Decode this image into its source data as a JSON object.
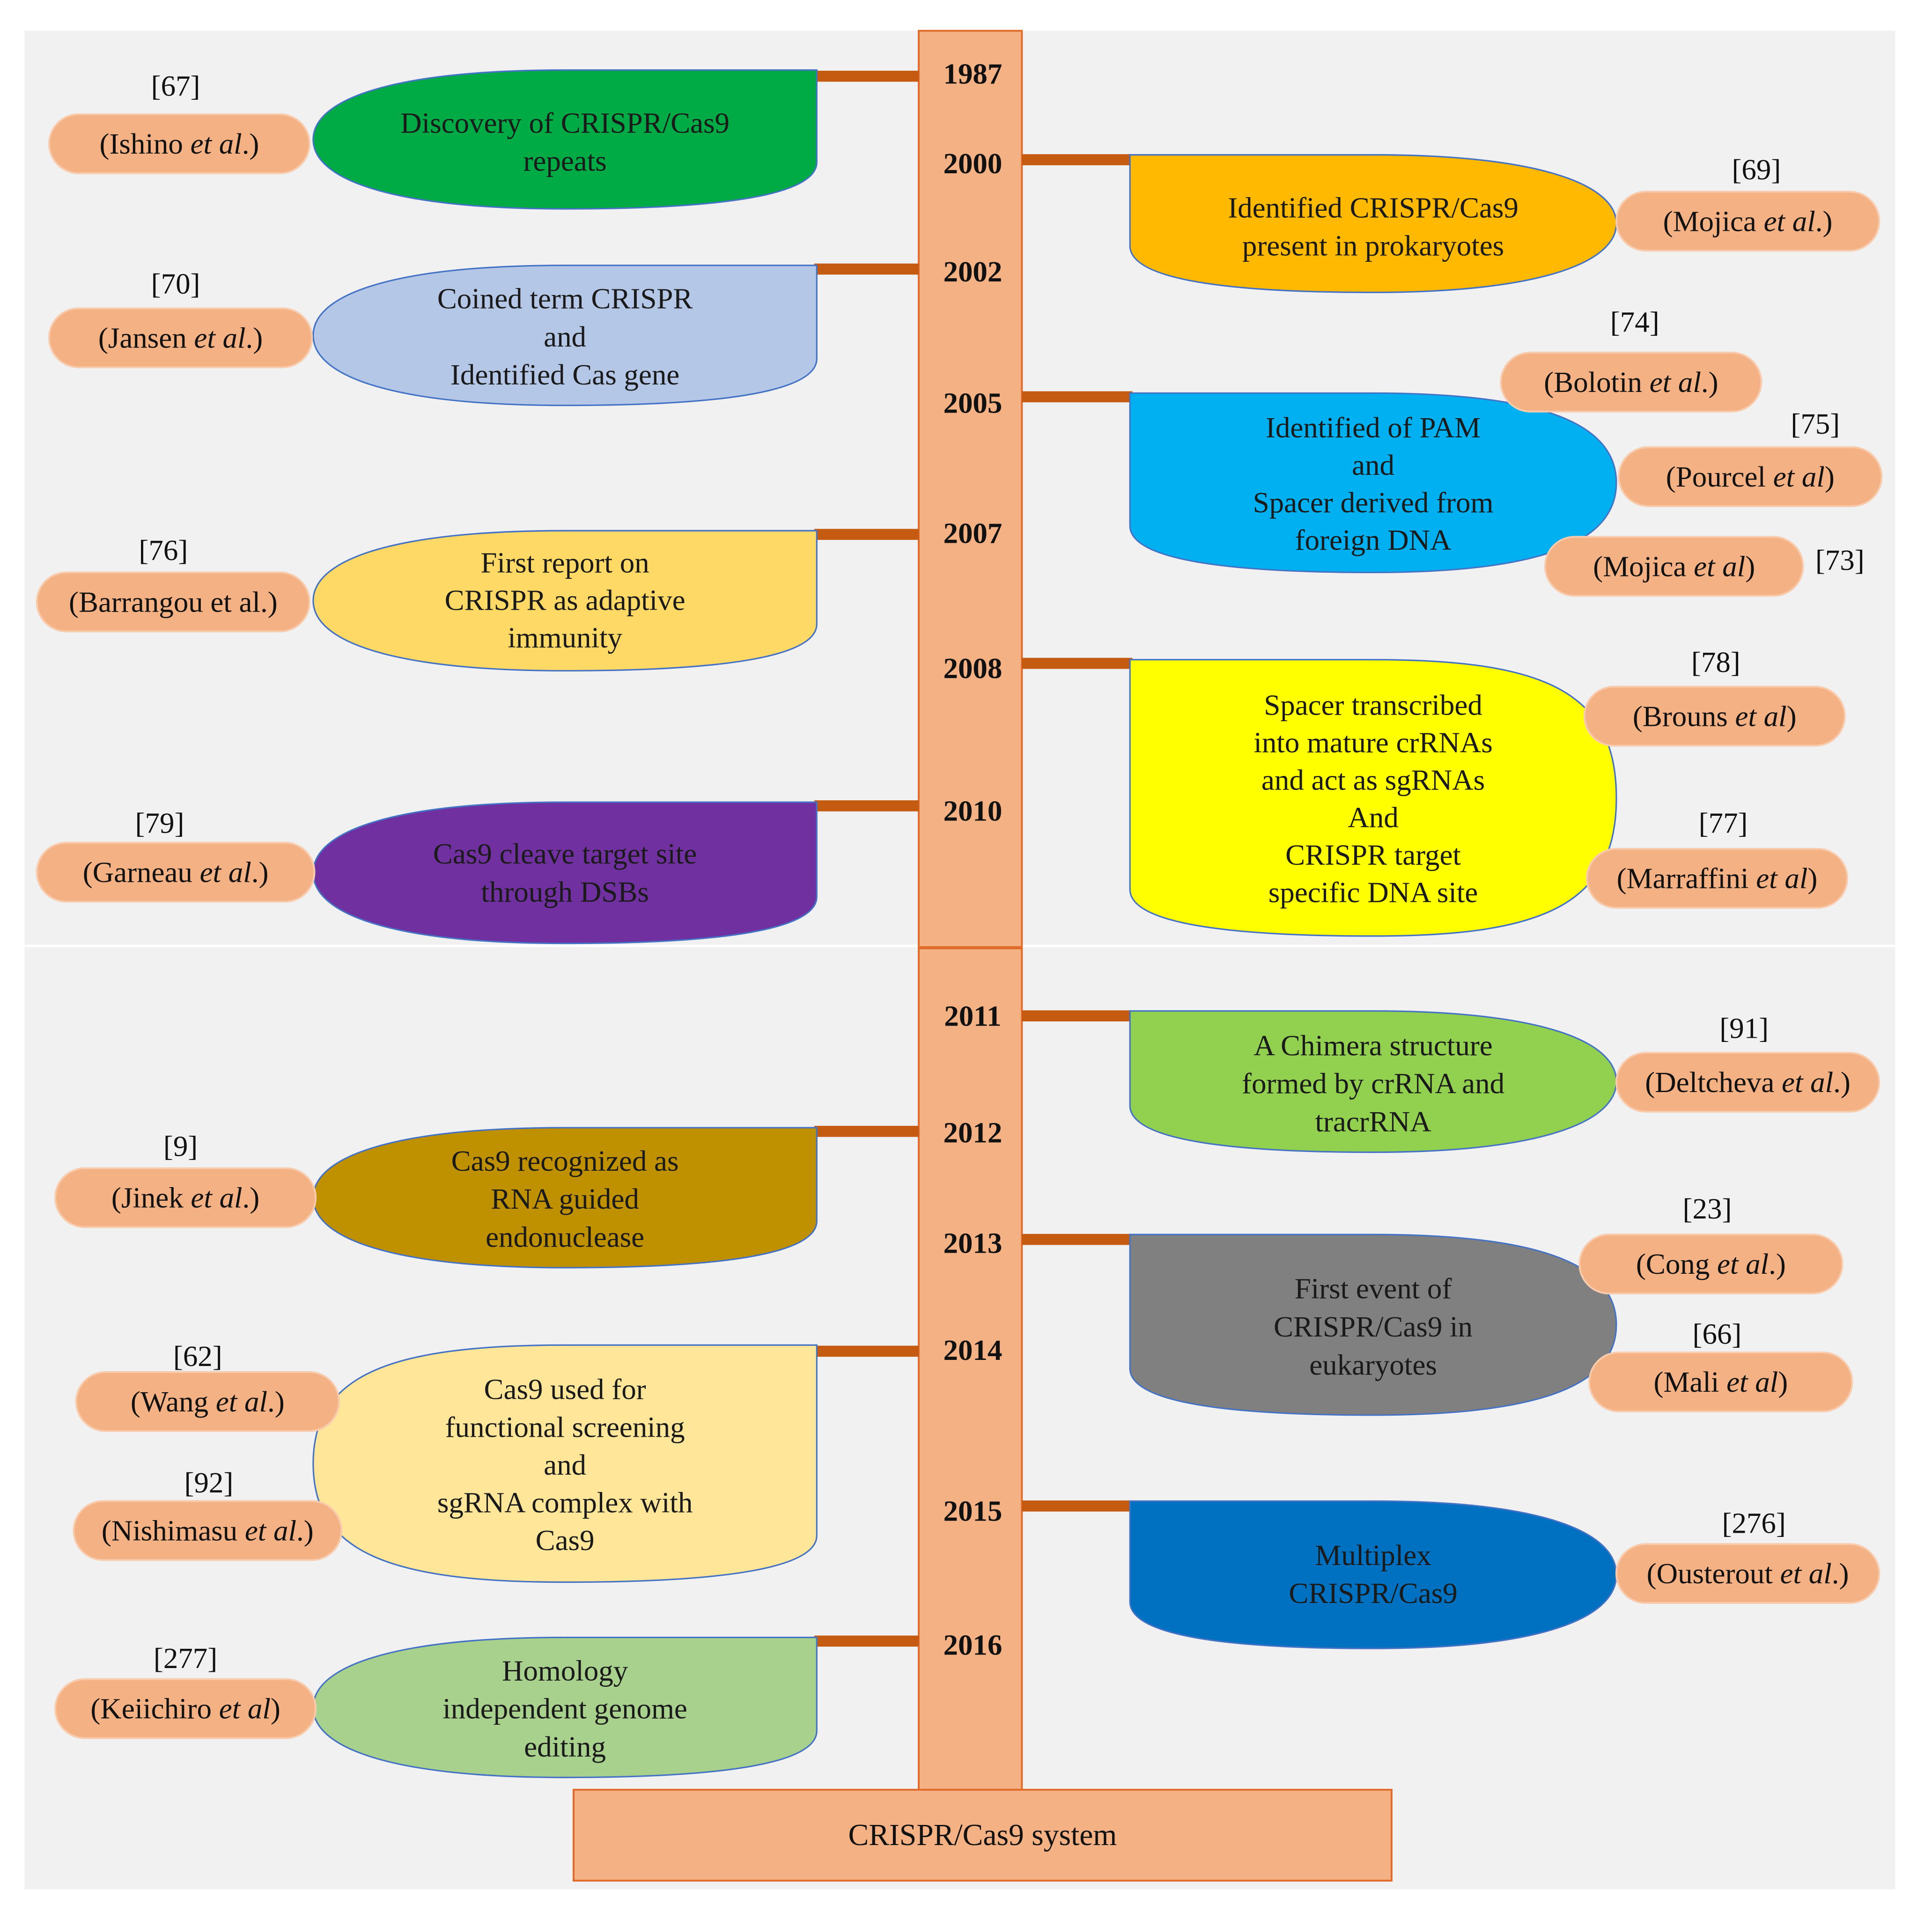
{
  "diagram": {
    "base_label": "CRISPR/Cas9 system",
    "years": [
      "1987",
      "2000",
      "2002",
      "2005",
      "2007",
      "2008",
      "2010",
      "2011",
      "2012",
      "2013",
      "2014",
      "2015",
      "2016"
    ],
    "events": [
      {
        "id": "discovery",
        "year": "1987",
        "side": "left",
        "fill": "#00AA44",
        "text_color": "#1a1a1a",
        "lines": [
          "Discovery of CRISPR/Cas9",
          "repeats"
        ],
        "refs": [
          {
            "num": "[67]",
            "author": "Ishino",
            "etal": "et al",
            "tail": ".)"
          }
        ]
      },
      {
        "id": "prokaryotes",
        "year": "2000",
        "side": "right",
        "fill": "#FFB900",
        "text_color": "#1a1a1a",
        "lines": [
          "Identified CRISPR/Cas9",
          "present in prokaryotes"
        ],
        "refs": [
          {
            "num": "[69]",
            "author": "Mojica",
            "etal": "et al",
            "tail": ".)"
          }
        ]
      },
      {
        "id": "term",
        "year": "2002",
        "side": "left",
        "fill": "#B4C7E7",
        "text_color": "#1a1a1a",
        "lines": [
          "Coined term CRISPR",
          "and",
          "Identified Cas gene"
        ],
        "refs": [
          {
            "num": "[70]",
            "author": "Jansen",
            "etal": "et al",
            "tail": ".)"
          }
        ]
      },
      {
        "id": "pam",
        "year": "2005",
        "side": "right",
        "fill": "#00B0F0",
        "text_color": "#1a1a1a",
        "lines": [
          "Identified of PAM",
          "and",
          "Spacer derived from",
          "foreign DNA"
        ],
        "refs": [
          {
            "num": "[74]",
            "author": "Bolotin",
            "etal": "et al",
            "tail": ".)"
          },
          {
            "num": "[75]",
            "author": "Pourcel",
            "etal": "et al",
            "tail": ")"
          },
          {
            "num": "[73]",
            "author": "Mojica",
            "etal": "et al",
            "tail": ")"
          }
        ]
      },
      {
        "id": "immunity",
        "year": "2007",
        "side": "left",
        "fill": "#FFD966",
        "text_color": "#1a1a1a",
        "lines": [
          "First report on",
          "CRISPR as adaptive",
          "immunity"
        ],
        "refs": [
          {
            "num": "[76]",
            "author": "Barrangou et al.",
            "etal": "",
            "tail": ")"
          }
        ]
      },
      {
        "id": "spacer",
        "year": "2008",
        "side": "right",
        "fill": "#FFFF00",
        "text_color": "#1a1a1a",
        "lines": [
          "Spacer transcribed",
          "into mature crRNAs",
          "and act  as sgRNAs",
          "And",
          "CRISPR target",
          "specific DNA site"
        ],
        "refs": [
          {
            "num": "[78]",
            "author": "Brouns",
            "etal": "et al",
            "tail": ")"
          },
          {
            "num": "[77]",
            "author": "Marraffini",
            "etal": "et al",
            "tail": ")"
          }
        ]
      },
      {
        "id": "dsb",
        "year": "2010",
        "side": "left",
        "fill": "#7030A0",
        "text_color": "#1a1a1a",
        "lines": [
          "Cas9 cleave target site",
          "through DSBs"
        ],
        "refs": [
          {
            "num": "[79]",
            "author": "Garneau",
            "etal": "et al",
            "tail": ".)"
          }
        ]
      },
      {
        "id": "chimera",
        "year": "2011",
        "side": "right",
        "fill": "#92D050",
        "text_color": "#1a1a1a",
        "lines": [
          "A Chimera structure",
          "formed by crRNA and",
          "tracrRNA"
        ],
        "refs": [
          {
            "num": "[91]",
            "author": "Deltcheva",
            "etal": "et al",
            "tail": ".)"
          }
        ]
      },
      {
        "id": "endonuclease",
        "year": "2012",
        "side": "left",
        "fill": "#BF9000",
        "text_color": "#1a1a1a",
        "lines": [
          "Cas9 recognized as",
          "RNA guided",
          "endonuclease"
        ],
        "refs": [
          {
            "num": "[9]",
            "author": "Jinek",
            "etal": "et al",
            "tail": ".)"
          }
        ]
      },
      {
        "id": "eukaryotes",
        "year": "2013",
        "side": "right",
        "fill": "#808080",
        "text_color": "#1a1a1a",
        "lines": [
          "First event of",
          "CRISPR/Cas9 in",
          "eukaryotes"
        ],
        "refs": [
          {
            "num": "[23]",
            "author": "Cong",
            "etal": "et al",
            "tail": ".)"
          },
          {
            "num": "[66]",
            "author": "Mali",
            "etal": "et al",
            "tail": ")"
          }
        ]
      },
      {
        "id": "screening",
        "year": "2014",
        "side": "left",
        "fill": "#FFE699",
        "text_color": "#1a1a1a",
        "lines": [
          "Cas9 used for",
          "functional screening",
          "and",
          "sgRNA complex with",
          "Cas9"
        ],
        "refs": [
          {
            "num": "[62]",
            "author": "Wang",
            "etal": "et al",
            "tail": ".)"
          },
          {
            "num": "[92]",
            "author": "Nishimasu",
            "etal": "et al",
            "tail": ".)"
          }
        ]
      },
      {
        "id": "multiplex",
        "year": "2015",
        "side": "right",
        "fill": "#0070C0",
        "text_color": "#1a1a1a",
        "lines": [
          "Multiplex",
          "CRISPR/Cas9"
        ],
        "refs": [
          {
            "num": "[276]",
            "author": "Ousterout",
            "etal": "et al",
            "tail": ".)"
          }
        ]
      },
      {
        "id": "homology",
        "year": "2016",
        "side": "left",
        "fill": "#A9D18E",
        "text_color": "#1a1a1a",
        "lines": [
          "Homology",
          "independent genome",
          "editing"
        ],
        "refs": [
          {
            "num": "[277]",
            "author": "Keiichiro",
            "etal": "et al",
            "tail": ")"
          }
        ]
      }
    ],
    "colors": {
      "background": "#F1F1F1",
      "trunk": "#F4B183",
      "trunk_border": "#E06B2A",
      "connector": "#C55A11",
      "pill": "#F4B183"
    }
  }
}
